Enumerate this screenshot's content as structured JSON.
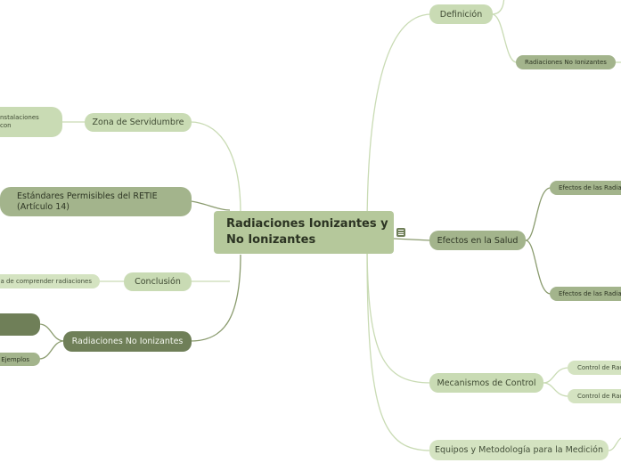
{
  "central": {
    "title_line1": "Radiaciones Ionizantes y",
    "title_line2": "No Ionizantes"
  },
  "right": {
    "definicion": "Definición",
    "radiaciones_no_ionizantes_sub": "Radiaciones No Ionizantes",
    "efectos_salud": "Efectos en la Salud",
    "efectos_sub_1": "Efectos de las Radiac",
    "efectos_sub_2": "Efectos de las Radiac",
    "mecanismos_control": "Mecanismos de Control",
    "control_sub_1": "Control de Rad",
    "control_sub_2": "Control de Rad",
    "equipos": "Equipos y Metodología para la Medición"
  },
  "left": {
    "zona_servidumbre": "Zona de Servidumbre",
    "zona_sub_line1": "nstalaciones",
    "zona_sub_line2": "con",
    "estandares_line1": "Estándares Permisibles del RETIE",
    "estandares_line2": "(Artículo 14)",
    "conclusion": "Conclusión",
    "conclusion_sub": "ia de comprender radiaciones",
    "radiaciones_no_ionizantes": "Radiaciones No Ionizantes",
    "ejemplos": "Ejemplos"
  },
  "colors": {
    "link_light": "#c9dbb4",
    "link_dark": "#6f7f58",
    "node_dark": "#6f7f58",
    "node_mid": "#a3b48c",
    "node_light": "#c9dbb4",
    "central": "#b5c89b"
  },
  "icons": [
    "menu-icon"
  ]
}
